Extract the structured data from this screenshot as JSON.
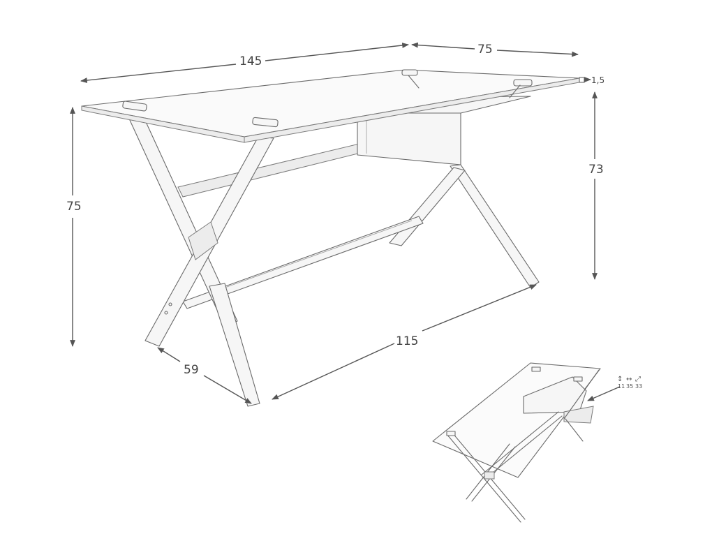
{
  "dimensions": {
    "top_length": "145",
    "top_depth": "75",
    "glass_thickness": "1,5",
    "total_height": "75",
    "drawer_clearance": "73",
    "base_length": "115",
    "base_depth": "59"
  },
  "drawer_detail": {
    "height": "11",
    "width": "35",
    "depth": "33",
    "height_glyph": "↕",
    "width_glyph": "↔",
    "depth_glyph": "⤢"
  },
  "colors": {
    "line": "#6a6a6a",
    "text": "#444444",
    "background": "#ffffff"
  }
}
